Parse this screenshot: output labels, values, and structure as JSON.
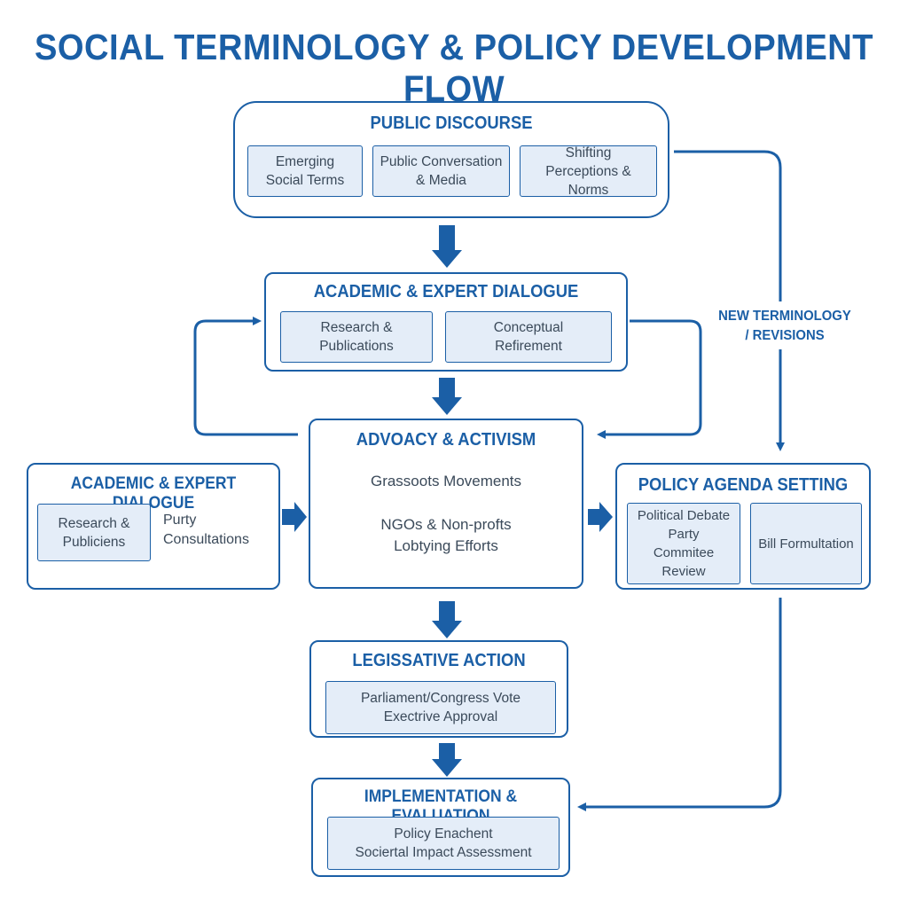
{
  "title": "SOCIAL TERMINOLOGY & POLICY DEVELOPMENT FLOW",
  "public_discourse": {
    "title": "PUBLIC DISCOURSE",
    "items": [
      "Emerging\nSocial Terms",
      "Public Conversation\n& Media",
      "Shifting\nPerceptions & Norms"
    ]
  },
  "academic_top": {
    "title": "ACADEMIC & EXPERT DIALOGUE",
    "items": [
      "Research &\nPublications",
      "Conceptual\nRefirement"
    ]
  },
  "advocacy": {
    "title": "ADVOACY & ACTIVISM",
    "line1": "Grassoots Movements",
    "line2": "NGOs & Non-profts\nLobtying Efforts"
  },
  "academic_left": {
    "title": "ACADEMIC & EXPERT DIALOGUE",
    "item": "Research &\nPubliciens",
    "text": "Purty\nConsultations"
  },
  "policy_agenda": {
    "title": "POLICY AGENDA SETTING",
    "items": [
      "Political Debate\nParty\nCommitee Review",
      "Bill Formultation"
    ]
  },
  "legislative": {
    "title": "LEGISSATIVE ACTION",
    "item": "Parliament/Congress Vote\nExectrive Approval"
  },
  "implementation": {
    "title": "IMPLEMENTATION & EVALUATION",
    "item": "Policy Enachent\nSociertal Impact Assessment"
  },
  "feedback_label": "NEW TERMINOLOGY\n/ REVISIONS",
  "colors": {
    "primary": "#1b5fa6",
    "sub_fill": "#e4edf8",
    "text": "#3b4a5a"
  }
}
